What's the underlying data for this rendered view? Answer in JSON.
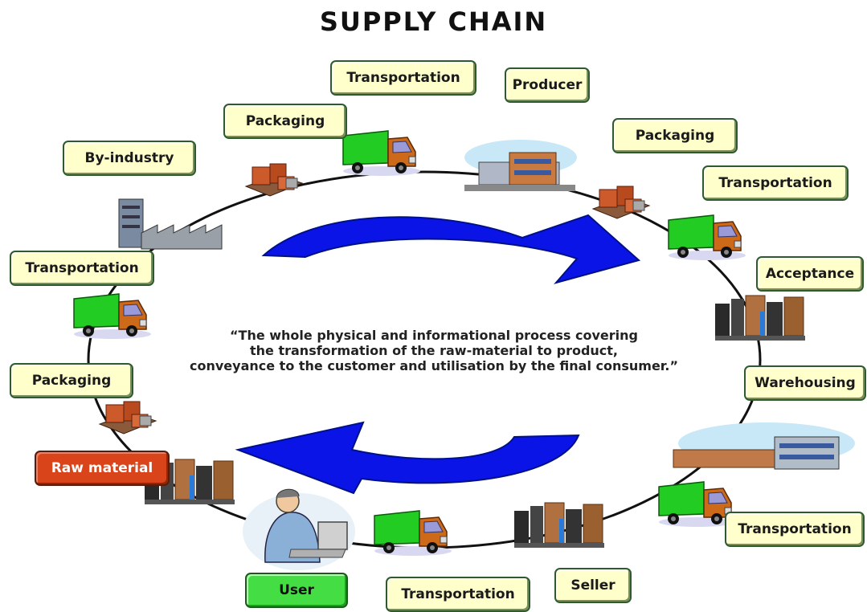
{
  "title": "SUPPLY CHAIN",
  "quote": [
    "“The whole physical and informational process covering",
    "the transformation of the raw-material to product,",
    "conveyance to the customer and utilisation by the final consumer.”"
  ],
  "nodes": [
    {
      "label": "Transportation"
    },
    {
      "label": "Producer"
    },
    {
      "label": "Packaging"
    },
    {
      "label": "Packaging"
    },
    {
      "label": "Transportation"
    },
    {
      "label": "By-industry"
    },
    {
      "label": "Acceptance"
    },
    {
      "label": "Transportation"
    },
    {
      "label": "Warehousing"
    },
    {
      "label": "Packaging"
    },
    {
      "label": "Raw material"
    },
    {
      "label": "Transportation"
    },
    {
      "label": "Seller"
    },
    {
      "label": "User"
    },
    {
      "label": "Transportation"
    }
  ],
  "colors": {
    "node_fill": "#ffffcc",
    "raw_material_fill": "#d9441a",
    "user_fill": "#44dd44",
    "arrow": "#0a14e6",
    "truck_cargo": "#22cc22",
    "truck_cab": "#cc6a1a"
  },
  "icons": [
    "truck-icon",
    "factory-icon",
    "boxes-icon",
    "warehouse-icon",
    "office-worker-icon",
    "cycle-arrow-icon"
  ]
}
